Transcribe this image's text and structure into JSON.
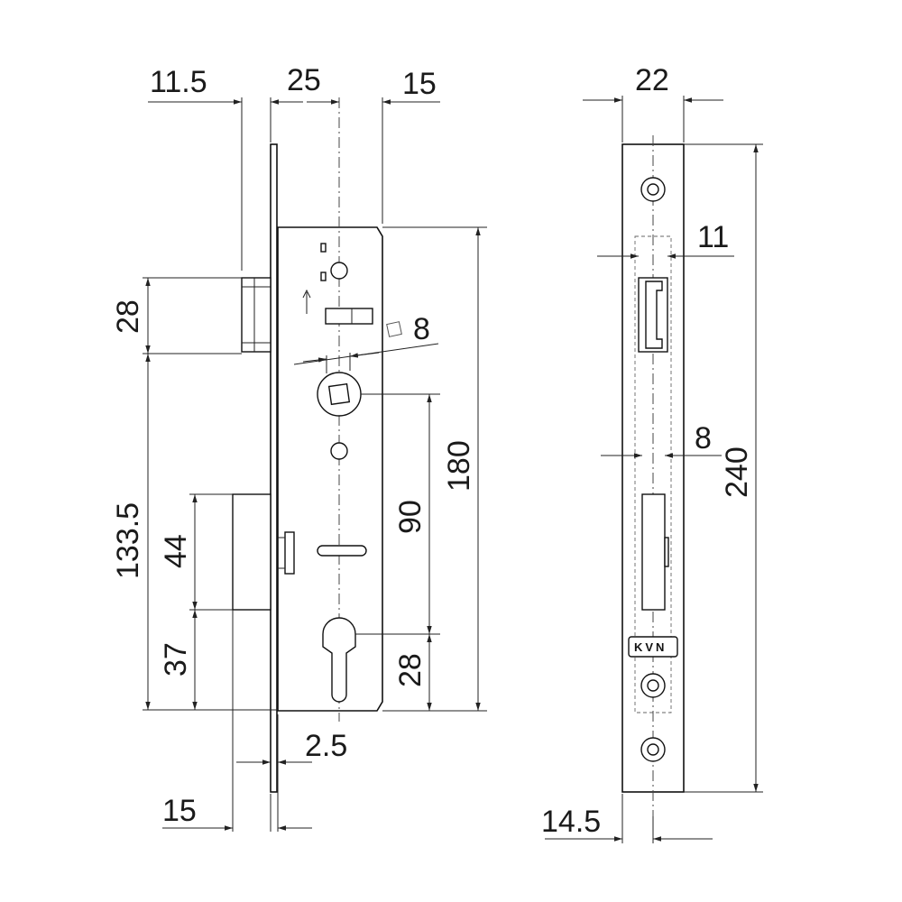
{
  "front_view": {
    "dims": {
      "backset_front": "11.5",
      "backset": "25",
      "lock_depth_extra": "15",
      "latch_height": "28",
      "lower_span": "133.5",
      "bolt_height": "44",
      "bolt_bottom": "37",
      "case_height": "180",
      "handle_to_cylinder": "90",
      "cylinder_to_bottom": "28",
      "faceplate_thickness": "2.5",
      "bolt_throw": "15",
      "spindle": "8"
    }
  },
  "side_view": {
    "dims": {
      "faceplate_width": "22",
      "latch_width": "11",
      "bolt_width": "8",
      "faceplate_height": "240",
      "bottom_offset": "14.5"
    },
    "logo": "KVN"
  }
}
